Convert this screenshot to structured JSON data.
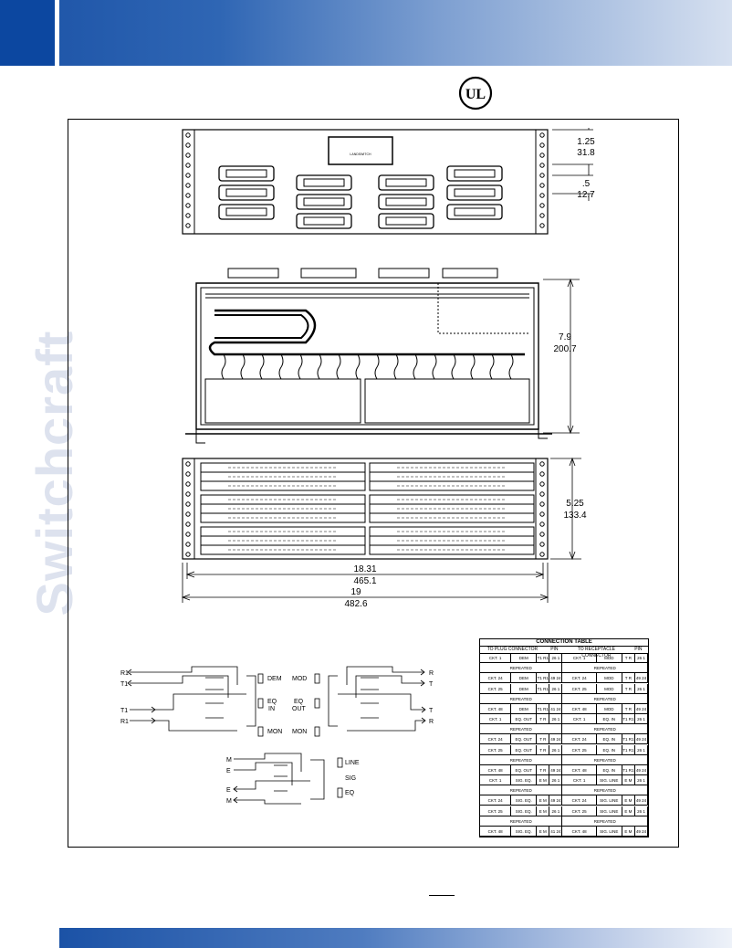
{
  "brand": {
    "vertical_text": "Switchcraft",
    "colors": {
      "bar_dark": "#0c47a0",
      "bar_mid": "#2f66b4",
      "bar_light": "#d6e0f0",
      "watermark": "#dde2ee"
    }
  },
  "ul_mark": {
    "text": "UL"
  },
  "front_panel": {
    "label": "LANDSWITCH",
    "dim_height": "1.25",
    "dim_height_mm": "31.8",
    "dim_small": ".5",
    "dim_small_mm": "12.7"
  },
  "side_view": {
    "dim_depth": "7.9",
    "dim_depth_mm": "200.7"
  },
  "rear_view": {
    "dim_height": "5.25",
    "dim_height_mm": "133.4",
    "dim_width_inner": "18.31",
    "dim_width_inner_mm": "465.1",
    "dim_width_outer": "19",
    "dim_width_outer_mm": "482.6"
  },
  "schematic": {
    "left_terminals": [
      "R1",
      "T1",
      "T1",
      "R1"
    ],
    "right_terminals": [
      "R",
      "T",
      "T",
      "R"
    ],
    "mid_labels": [
      "DEM",
      "MOD",
      "EQ",
      "IN",
      "EQ",
      "OUT",
      "MON",
      "MON"
    ],
    "lower_terminals": [
      "M",
      "E",
      "E",
      "M"
    ],
    "lower_labels": [
      "LINE",
      "SIG",
      "EQ"
    ]
  },
  "connection_table": {
    "title": "CONNECTION TABLE",
    "headers": [
      "TO PLUG CONNECTOR",
      "PIN",
      "TO RECEPTACLE CONNECTOR",
      "PIN"
    ],
    "rows": [
      [
        "CKT. 1",
        "DEM",
        "T1 R1",
        "26 1",
        "CKT. 1",
        "MOD",
        "T R",
        "26 1"
      ],
      [
        "REPEATED",
        "",
        "",
        "",
        "REPEATED",
        "",
        "",
        ""
      ],
      [
        "CKT. 24",
        "DEM",
        "T1 R1",
        "49 24",
        "CKT. 24",
        "MOD",
        "T R",
        "49 24"
      ],
      [
        "CKT. 25",
        "DEM",
        "T1 R1",
        "26 1",
        "CKT. 25",
        "MOD",
        "T R",
        "26 1"
      ],
      [
        "REPEATED",
        "",
        "",
        "",
        "REPEATED",
        "",
        "",
        ""
      ],
      [
        "CKT. 48",
        "DEM",
        "T1 R1",
        "41 24",
        "CKT. 48",
        "MOD",
        "T R",
        "49 24"
      ],
      [
        "CKT. 1",
        "EQ. OUT",
        "T R",
        "26 1",
        "CKT. 1",
        "EQ. IN",
        "T1 R1",
        "26 1"
      ],
      [
        "REPEATED",
        "",
        "",
        "",
        "REPEATED",
        "",
        "",
        ""
      ],
      [
        "CKT. 24",
        "EQ. OUT",
        "T R",
        "49 24",
        "CKT. 24",
        "EQ. IN",
        "T1 R1",
        "49 24"
      ],
      [
        "CKT. 25",
        "EQ. OUT",
        "T R",
        "26 1",
        "CKT. 25",
        "EQ. IN",
        "T1 R1",
        "26 1"
      ],
      [
        "REPEATED",
        "",
        "",
        "",
        "REPEATED",
        "",
        "",
        ""
      ],
      [
        "CKT. 48",
        "EQ. OUT",
        "T R",
        "49 24",
        "CKT. 48",
        "EQ. IN",
        "T1 R1",
        "49 24"
      ],
      [
        "CKT. 1",
        "SIG. EQ.",
        "E M",
        "26 1",
        "CKT. 1",
        "SIG. LINE",
        "E M",
        "26 1"
      ],
      [
        "REPEATED",
        "",
        "",
        "",
        "REPEATED",
        "",
        "",
        ""
      ],
      [
        "CKT. 24",
        "SIG. EQ.",
        "E M",
        "49 24",
        "CKT. 24",
        "SIG. LINE",
        "E M",
        "49 24"
      ],
      [
        "CKT. 25",
        "SIG. EQ.",
        "E M",
        "26 1",
        "CKT. 25",
        "SIG. LINE",
        "E M",
        "26 1"
      ],
      [
        "REPEATED",
        "",
        "",
        "",
        "REPEATED",
        "",
        "",
        ""
      ],
      [
        "CKT. 48",
        "SIG. EQ.",
        "E M",
        "41 24",
        "CKT. 48",
        "SIG. LINE",
        "E M",
        "49 24"
      ]
    ]
  }
}
